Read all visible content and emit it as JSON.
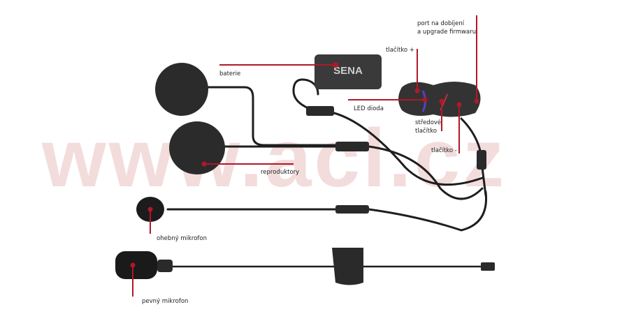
{
  "watermark": "www.acl.cz",
  "brand_logo": "SENA",
  "accent_color": "#b0182a",
  "labels": {
    "port": "port na dobíjení\na upgrade firmwaru",
    "port_line1": "port na dobíjení",
    "port_line2": "a upgrade firmwaru",
    "tlacitko_plus": "tlačítko +",
    "baterie": "baterie",
    "led": "LED dioda",
    "stredove_line1": "středové",
    "stredove_line2": "tlačítko",
    "tlacitko_minus": "tlačítko -",
    "reproduktory": "reproduktory",
    "ohebny": "ohebný mikrofon",
    "pevny": "pevný mikrofon"
  }
}
